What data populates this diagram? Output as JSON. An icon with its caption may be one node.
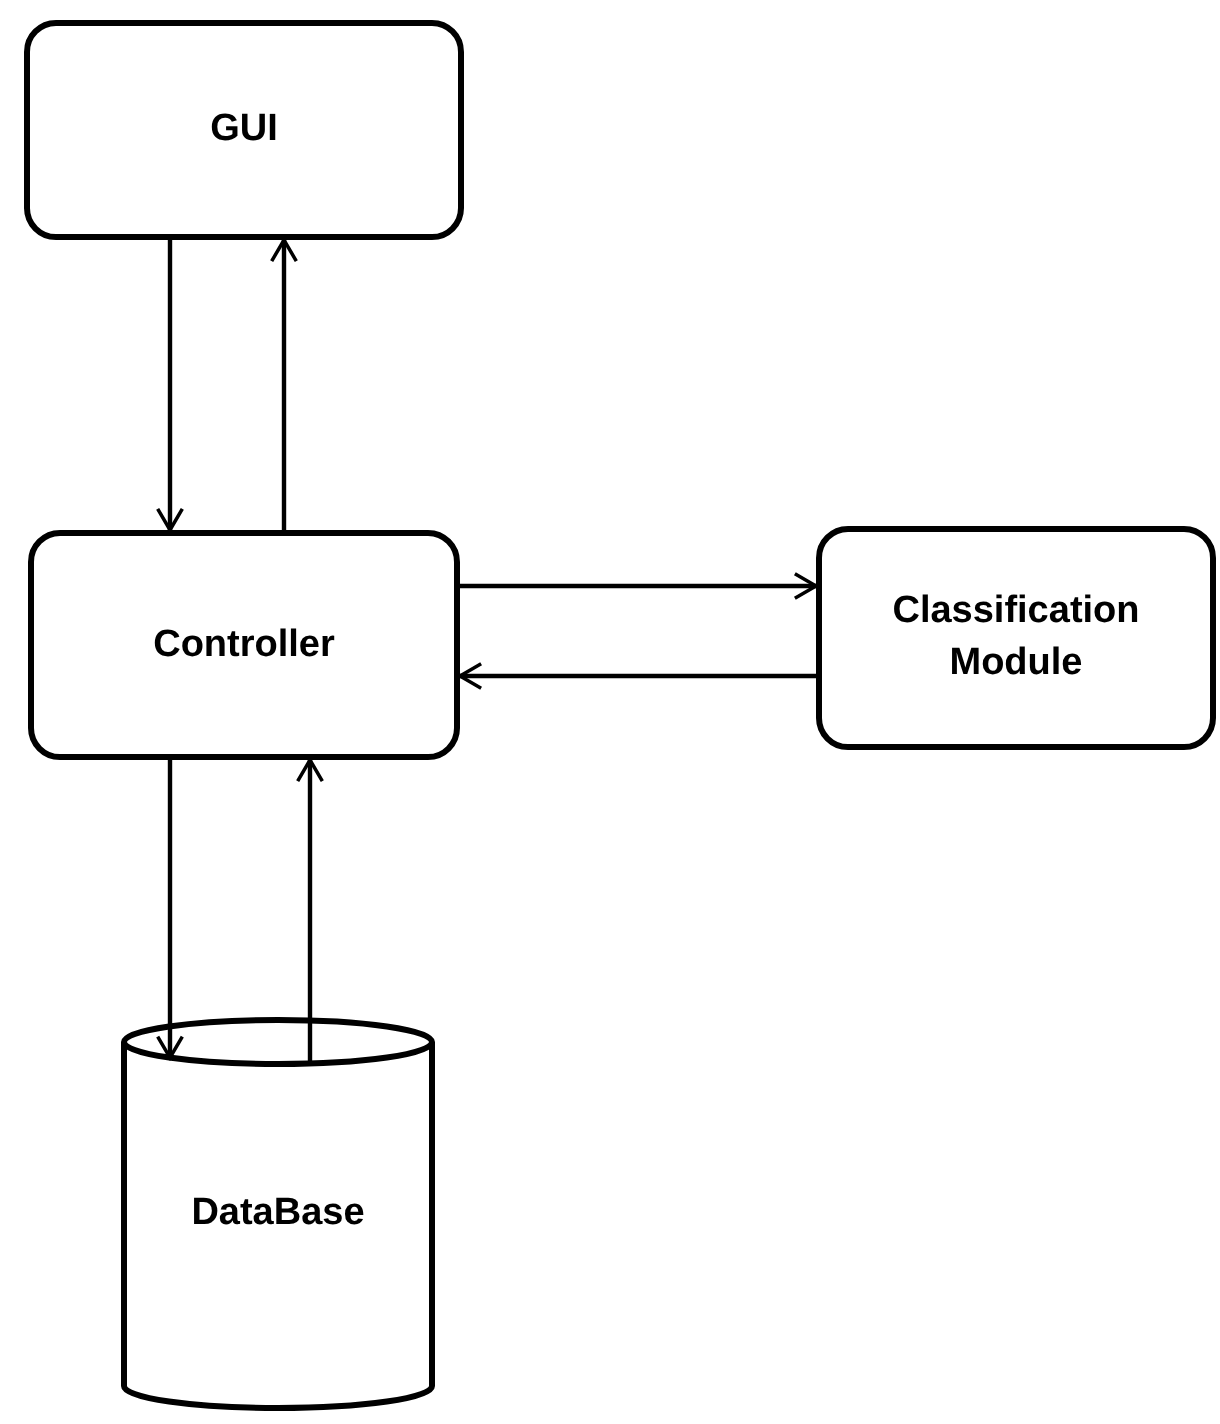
{
  "diagram": {
    "nodes": [
      {
        "text": [
          "GUI"
        ]
      },
      {
        "text": [
          "Controller"
        ]
      },
      {
        "text": [
          "Classification Module"
        ]
      },
      {
        "text": [
          "DataBase"
        ]
      }
    ],
    "edges": [
      {
        "from": 0,
        "to": 1,
        "arrow": "to"
      },
      {
        "from": 1,
        "to": 0,
        "arrow": "to"
      },
      {
        "from": 1,
        "to": 2,
        "arrow": "to"
      },
      {
        "from": 2,
        "to": 1,
        "arrow": "to"
      },
      {
        "from": 1,
        "to": 3,
        "arrow": "to"
      },
      {
        "from": 3,
        "to": 1,
        "arrow": "to"
      }
    ]
  }
}
